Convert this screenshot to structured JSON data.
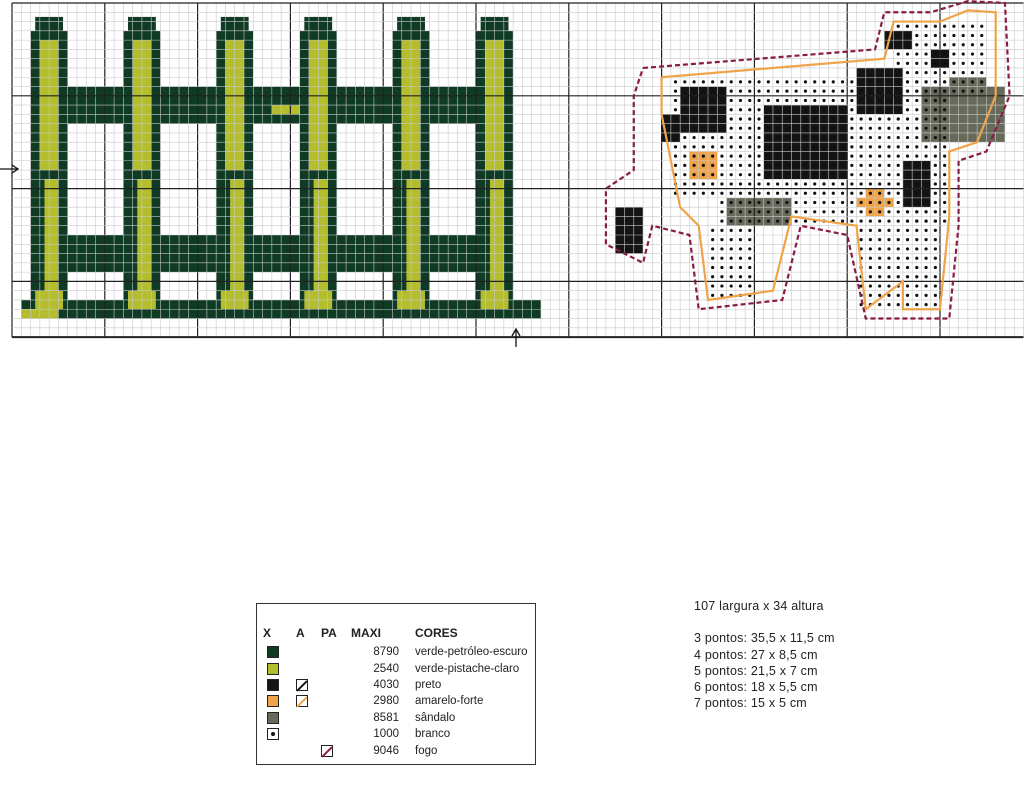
{
  "palette": {
    "dark_green": "#0f3a24",
    "pistachio": "#b4bd2c",
    "black": "#141414",
    "orange": "#f0a44a",
    "sandal": "#676a5b",
    "white": "#ffffff",
    "fire": "#8a1b47",
    "grid": "#c9c9c9",
    "grid_major": "#222222"
  },
  "legend": {
    "headers": {
      "x": "X",
      "a": "A",
      "pa": "PA",
      "maxi": "MAXI",
      "cores": "CORES"
    },
    "rows": [
      {
        "swatch": "#0f3a24",
        "symbol": "fill",
        "a_line": "",
        "pa_line": "",
        "maxi": "8790",
        "name": "verde-petróleo-escuro"
      },
      {
        "swatch": "#b4bd2c",
        "symbol": "fill",
        "a_line": "",
        "pa_line": "",
        "maxi": "2540",
        "name": "verde-pistache-claro"
      },
      {
        "swatch": "#141414",
        "symbol": "fill",
        "a_line": "#141414",
        "pa_line": "",
        "maxi": "4030",
        "name": "preto"
      },
      {
        "swatch": "#f0a44a",
        "symbol": "fill",
        "a_line": "#f0a44a",
        "pa_line": "",
        "maxi": "2980",
        "name": "amarelo-forte"
      },
      {
        "swatch": "#676a5b",
        "symbol": "fill",
        "a_line": "",
        "pa_line": "",
        "maxi": "8581",
        "name": "sândalo"
      },
      {
        "swatch": "#ffffff",
        "symbol": "dot",
        "a_line": "",
        "pa_line": "",
        "maxi": "1000",
        "name": "branco"
      },
      {
        "swatch": "",
        "symbol": "none",
        "a_line": "",
        "pa_line": "#8a1b47",
        "maxi": "9046",
        "name": "fogo"
      }
    ]
  },
  "info": {
    "size": "107 largura x 34 altura",
    "lines": [
      "3 pontos: 35,5 x 11,5 cm",
      "4 pontos: 27 x 8,5 cm",
      "5 pontos: 21,5 x 7 cm",
      "6 pontos: 18 x 5,5 cm",
      "7 pontos: 15 x 5 cm"
    ]
  }
}
